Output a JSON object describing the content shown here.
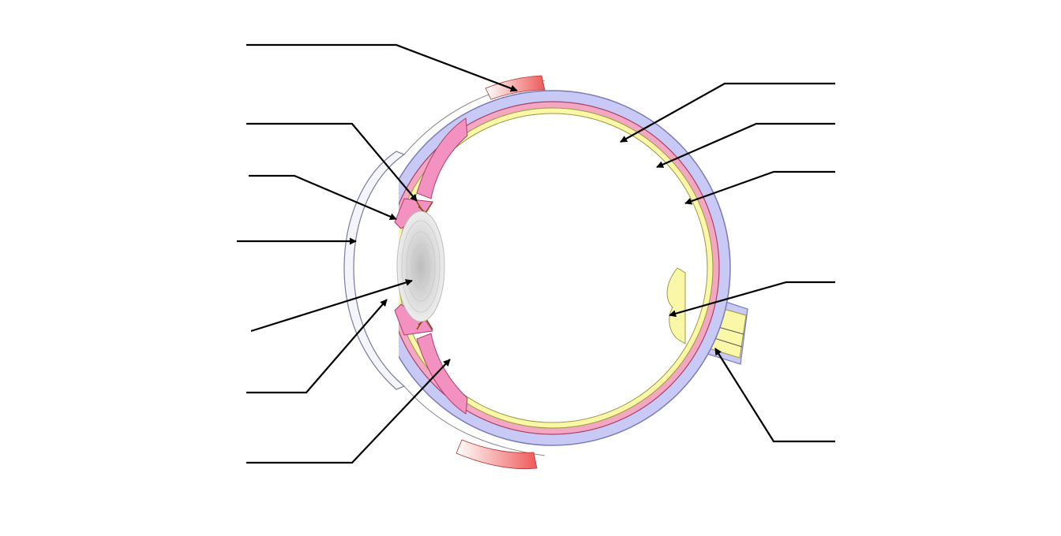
{
  "diagram": {
    "colors": {
      "sclera": "#c9c9f5",
      "sclera_stroke": "#7a7ab8",
      "choroid": "#f4a7c0",
      "choroid_stroke": "#a8406e",
      "retina": "#fbf7a8",
      "retina_stroke": "#9a9a40",
      "muscle": "#ee5a5a",
      "iris": "#f391c0",
      "lens": "#d9d9d9",
      "zonule": "#8b4a14",
      "line": "#000000"
    },
    "labels_left": [
      {
        "id": "eye-muscle-top",
        "text": ""
      },
      {
        "id": "ciliary-body",
        "text": ""
      },
      {
        "id": "iris",
        "text": ""
      },
      {
        "id": "cornea",
        "text": ""
      },
      {
        "id": "lens",
        "text": ""
      },
      {
        "id": "pupil",
        "text": ""
      },
      {
        "id": "vitreous-humour",
        "text": ""
      }
    ],
    "labels_right": [
      {
        "id": "retina",
        "text": ""
      },
      {
        "id": "choroid",
        "text": ""
      },
      {
        "id": "sclera",
        "text": ""
      },
      {
        "id": "blind-spot",
        "text": ""
      },
      {
        "id": "optic-nerve",
        "text": ""
      }
    ]
  }
}
